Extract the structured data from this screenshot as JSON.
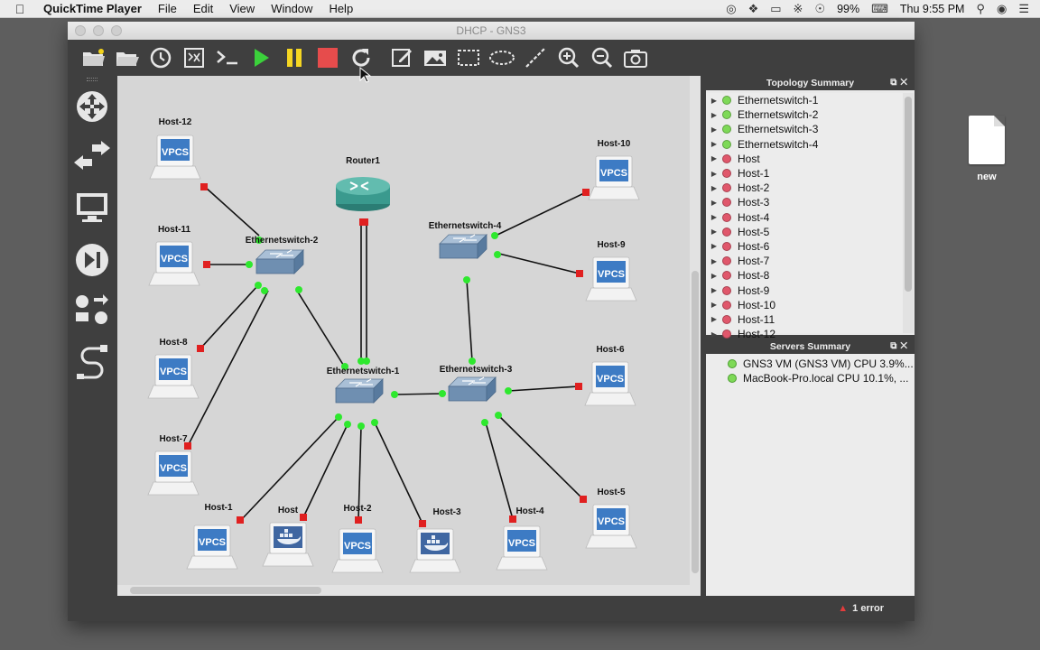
{
  "menubar": {
    "app_name": "QuickTime Player",
    "menus": [
      "File",
      "Edit",
      "View",
      "Window",
      "Help"
    ],
    "battery": "99%",
    "clock": "Thu 9:55 PM"
  },
  "desktop": {
    "icon_label": "new"
  },
  "window": {
    "title": "DHCP - GNS3"
  },
  "toolbar": {
    "icons": [
      "open-project-icon",
      "open-folder-icon",
      "snapshot-clock-icon",
      "server-icon",
      "console-icon",
      "start-all-icon",
      "suspend-all-icon",
      "stop-all-icon",
      "reload-all-icon",
      "add-note-icon",
      "insert-image-icon",
      "draw-rectangle-icon",
      "draw-ellipse-icon",
      "draw-line-icon",
      "zoom-in-icon",
      "zoom-out-icon",
      "screenshot-icon"
    ]
  },
  "topology": {
    "devices": [
      {
        "label": "Router1"
      },
      {
        "label": "Ethernetswitch-1"
      },
      {
        "label": "Ethernetswitch-2"
      },
      {
        "label": "Ethernetswitch-3"
      },
      {
        "label": "Ethernetswitch-4"
      },
      {
        "label": "Host-12",
        "tag": "VPCS"
      },
      {
        "label": "Host-11",
        "tag": "VPCS"
      },
      {
        "label": "Host-8",
        "tag": "VPCS"
      },
      {
        "label": "Host-7",
        "tag": "VPCS"
      },
      {
        "label": "Host-1",
        "tag": "VPCS"
      },
      {
        "label": "Host",
        "tag": ""
      },
      {
        "label": "Host-2",
        "tag": "VPCS"
      },
      {
        "label": "Host-3",
        "tag": ""
      },
      {
        "label": "Host-4",
        "tag": "VPCS"
      },
      {
        "label": "Host-5",
        "tag": "VPCS"
      },
      {
        "label": "Host-6",
        "tag": "VPCS"
      },
      {
        "label": "Host-9",
        "tag": "VPCS"
      },
      {
        "label": "Host-10",
        "tag": "VPCS"
      }
    ]
  },
  "topology_summary": {
    "title": "Topology Summary",
    "items": [
      {
        "label": "Ethernetswitch-1",
        "status_color": "#7ed957"
      },
      {
        "label": "Ethernetswitch-2",
        "status_color": "#7ed957"
      },
      {
        "label": "Ethernetswitch-3",
        "status_color": "#7ed957"
      },
      {
        "label": "Ethernetswitch-4",
        "status_color": "#7ed957"
      },
      {
        "label": "Host",
        "status_color": "#e0576b"
      },
      {
        "label": "Host-1",
        "status_color": "#e0576b"
      },
      {
        "label": "Host-2",
        "status_color": "#e0576b"
      },
      {
        "label": "Host-3",
        "status_color": "#e0576b"
      },
      {
        "label": "Host-4",
        "status_color": "#e0576b"
      },
      {
        "label": "Host-5",
        "status_color": "#e0576b"
      },
      {
        "label": "Host-6",
        "status_color": "#e0576b"
      },
      {
        "label": "Host-7",
        "status_color": "#e0576b"
      },
      {
        "label": "Host-8",
        "status_color": "#e0576b"
      },
      {
        "label": "Host-9",
        "status_color": "#e0576b"
      },
      {
        "label": "Host-10",
        "status_color": "#e0576b"
      },
      {
        "label": "Host-11",
        "status_color": "#e0576b"
      },
      {
        "label": "Host-12",
        "status_color": "#e0576b"
      }
    ]
  },
  "servers_summary": {
    "title": "Servers Summary",
    "items": [
      {
        "label": "GNS3 VM (GNS3 VM) CPU 3.9%..."
      },
      {
        "label": "MacBook-Pro.local CPU 10.1%, ..."
      }
    ]
  },
  "status": {
    "errors": "1 error"
  },
  "colors": {
    "link_up": "#2ee82e",
    "link_down": "#e02020",
    "canvas": "#d6d6d6",
    "chrome": "#3f3f3f"
  }
}
